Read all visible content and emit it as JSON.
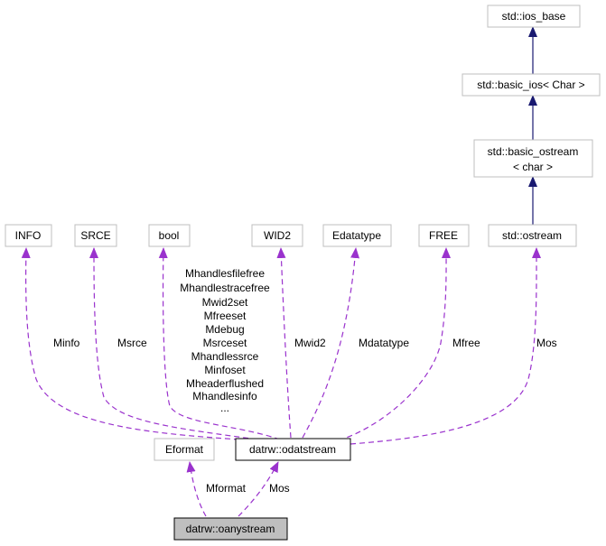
{
  "nodes": {
    "ios_base": "std::ios_base",
    "basic_ios": "std::basic_ios< Char >",
    "basic_ostream_line1": "std::basic_ostream",
    "basic_ostream_line2": "< char >",
    "ostream": "std::ostream",
    "info": "INFO",
    "srce": "SRCE",
    "bool": "bool",
    "wid2": "WID2",
    "edatatype": "Edatatype",
    "free": "FREE",
    "odatstream": "datrw::odatstream",
    "eformat": "Eformat",
    "oanystream": "datrw::oanystream"
  },
  "edge_labels": {
    "minfo": "Minfo",
    "msrce": "Msrce",
    "bool_members": [
      "Mhandlesfilefree",
      "Mhandlestracefree",
      "Mwid2set",
      "Mfreeset",
      "Mdebug",
      "Msrceset",
      "Mhandlessrce",
      "Minfoset",
      "Mheaderflushed",
      "Mhandlesinfo",
      "..."
    ],
    "mwid2": "Mwid2",
    "mdatatype": "Mdatatype",
    "mfree": "Mfree",
    "mos_top": "Mos",
    "mformat": "Mformat",
    "mos_bottom": "Mos"
  },
  "colors": {
    "inheritance_edge": "#191970",
    "usage_edge": "#9a32cd",
    "node_border": "#bfbfbf",
    "focus_fill": "#bfbfbf"
  }
}
